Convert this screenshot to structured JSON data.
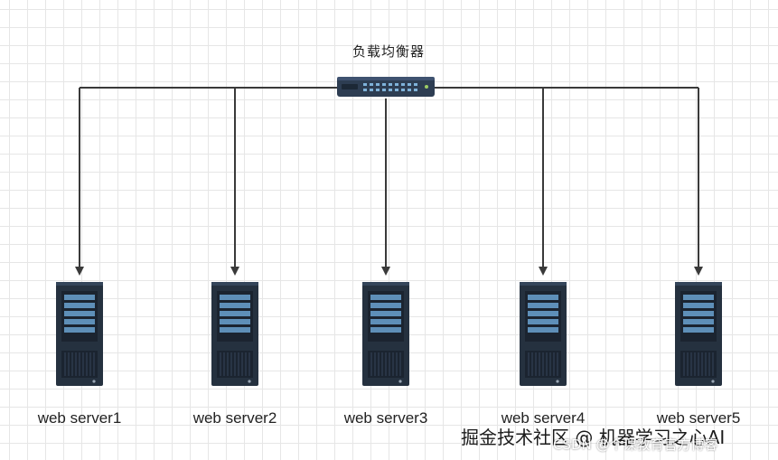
{
  "diagram": {
    "title": "负载均衡器",
    "servers": [
      {
        "label": "web server1"
      },
      {
        "label": "web server2"
      },
      {
        "label": "web server3"
      },
      {
        "label": "web server4"
      },
      {
        "label": "web server5"
      }
    ]
  },
  "watermark": {
    "primary": "掘金技术社区 @ 机器学习之心AI",
    "secondary": "CSDN @个课教育官方博客"
  },
  "colors": {
    "line": "#3a3a3a",
    "device": "#2d3d52",
    "server_body": "#25313f",
    "server_panel": "#5e8fb8",
    "grid": "#e6e6e6"
  }
}
